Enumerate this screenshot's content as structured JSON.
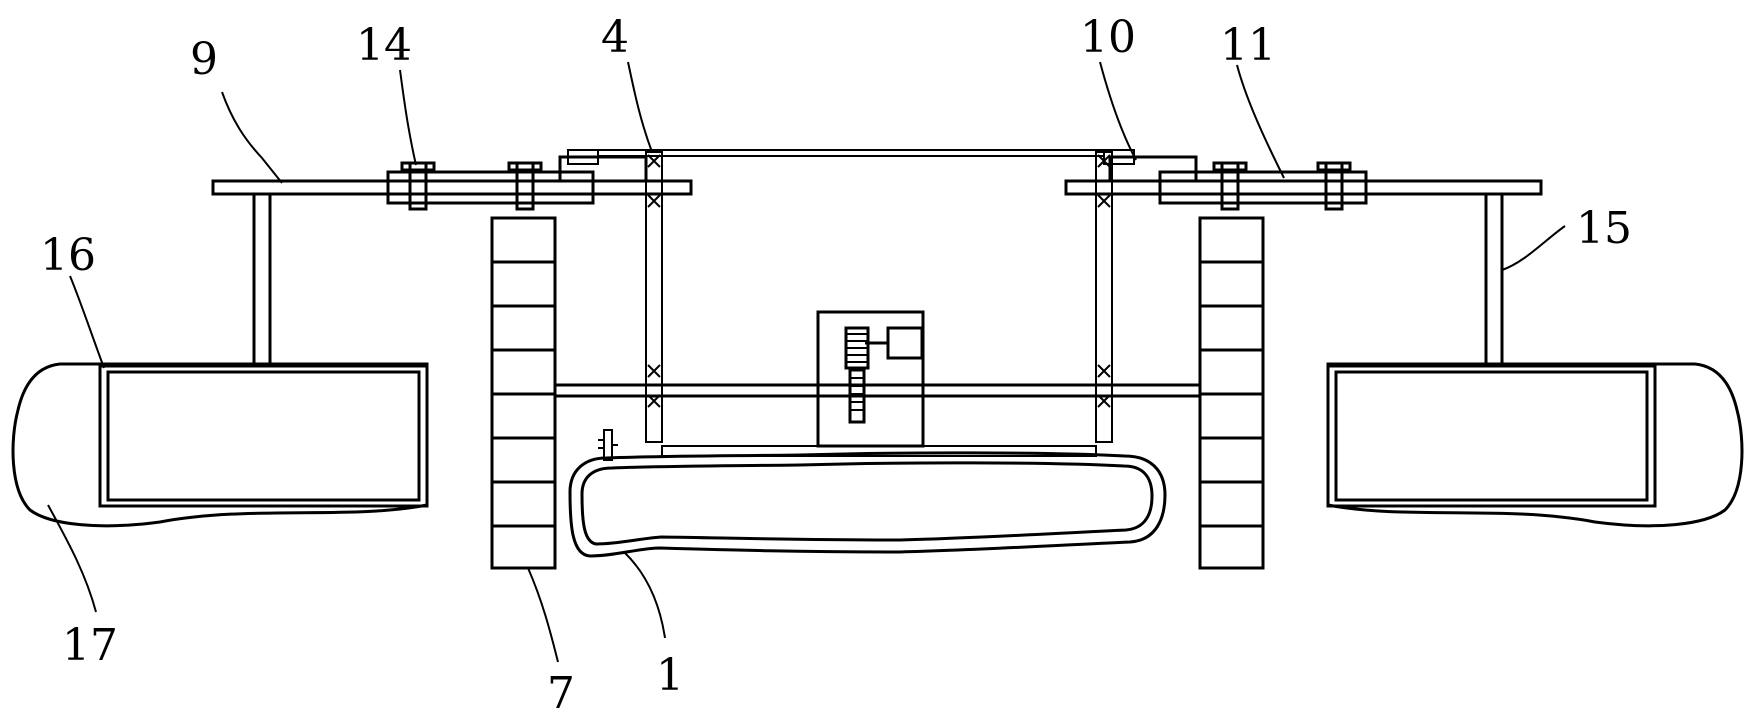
{
  "callouts": {
    "n9": "9",
    "n14": "14",
    "n4": "4",
    "n10": "10",
    "n11": "11",
    "n15": "15",
    "n16": "16",
    "n17": "17",
    "n7": "7",
    "n1": "1"
  }
}
